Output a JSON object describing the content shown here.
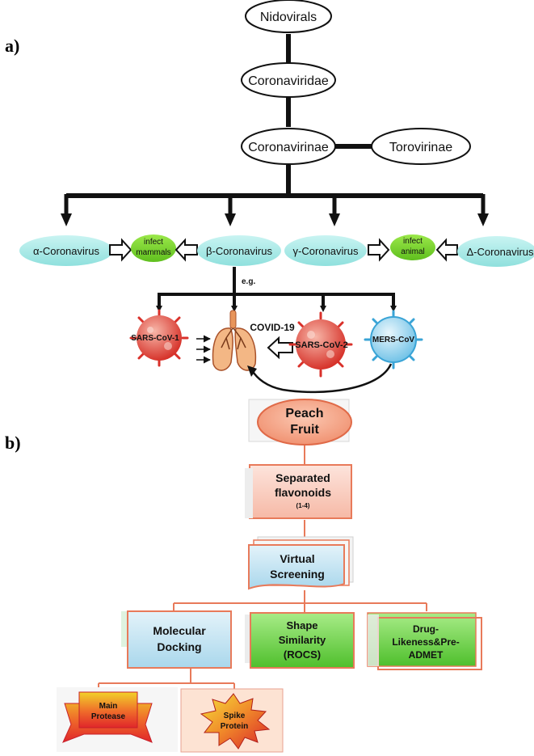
{
  "panel_a": {
    "label": "a)",
    "taxonomy": {
      "order": "Nidovirals",
      "family": "Coronaviridae",
      "subfamily": "Coronavirinae",
      "sister_subfamily": "Torovirinae"
    },
    "genera": {
      "alpha": "α-Coronavirus",
      "beta": "β-Coronavirus",
      "gamma": "γ-Coronavirus",
      "delta": "Δ-Coronavirus"
    },
    "infect_mammals": [
      "infect",
      "mammals"
    ],
    "infect_animal": [
      "infect",
      "animal"
    ],
    "eg": "e.g.",
    "viruses": {
      "sars1": "SARS-CoV-1",
      "sars2": "SARS-CoV-2",
      "mers": "MERS-CoV",
      "covid": "COVID-19"
    }
  },
  "panel_b": {
    "label": "b)",
    "peach": [
      "Peach",
      "Fruit"
    ],
    "separated": [
      "Separated",
      "flavonoids",
      "(1-4)"
    ],
    "virtual": [
      "Virtual",
      "Screening"
    ],
    "docking": [
      "Molecular",
      "Docking"
    ],
    "shape": [
      "Shape",
      "Similarity",
      "(ROCS)"
    ],
    "drug": [
      "Drug-",
      "Likeness&Pre-",
      "ADMET"
    ],
    "main_protease": [
      "Main",
      "Protease"
    ],
    "spike": [
      "Spike",
      "Protein"
    ]
  },
  "colors": {
    "genus_fill": "#a6ecea",
    "infect_fill": "#7ed321",
    "virus_red": "#d9302a",
    "mers_blue": "#3aa4d6",
    "peach_fill": "#f4a488",
    "box_border": "#e87a5a",
    "docking_fill": "#bfe3f2",
    "green_fill": "#6ed14a"
  }
}
